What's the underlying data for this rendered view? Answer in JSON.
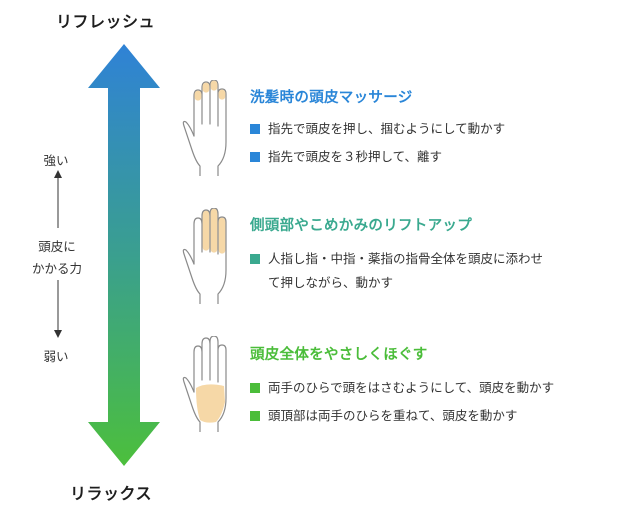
{
  "top_label": "リフレッシュ",
  "bottom_label": "リラックス",
  "side": {
    "strong": "強い",
    "force_line1": "頭皮に",
    "force_line2": "かかる力",
    "weak": "弱い"
  },
  "colors": {
    "arrow_top": "#2f82d6",
    "arrow_bottom": "#4cbf3c",
    "section1": "#2a86d8",
    "section2": "#3aa98f",
    "section3": "#4bbd3a",
    "hand_highlight": "#f6d8a7"
  },
  "sections": [
    {
      "title": "洗髪時の頭皮マッサージ",
      "items": [
        "指先で頭皮を押し、掴むようにして動かす",
        "指先で頭皮を３秒押して、離す"
      ]
    },
    {
      "title": "側頭部やこめかみのリフトアップ",
      "items": [
        "人指し指・中指・薬指の指骨全体を頭皮に添わせ",
        "て押しながら、動かす"
      ]
    },
    {
      "title": "頭皮全体をやさしくほぐす",
      "items": [
        "両手のひらで頭をはさむようにして、頭皮を動かす",
        "頭頂部は両手のひらを重ねて、頭皮を動かす"
      ]
    }
  ]
}
